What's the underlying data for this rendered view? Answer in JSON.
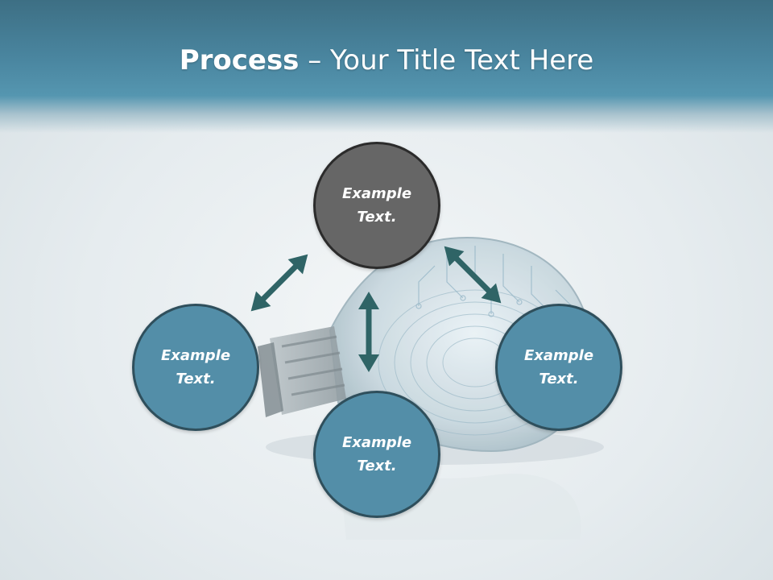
{
  "slide": {
    "title_strong": "Process",
    "title_rest": " – Your Title Text Here"
  },
  "nodes": {
    "top": "Example\nText.",
    "left": "Example\nText.",
    "right": "Example\nText.",
    "bottom": "Example\nText."
  },
  "colors": {
    "header": "#4a86a0",
    "node_fill": "#538ea8",
    "node_top_fill": "#666666",
    "arrow": "#2f6466",
    "node_border": "#2f4f5c"
  },
  "icons": {
    "background": "lightbulb-icon",
    "arrow_icon": "double-arrow-icon"
  }
}
